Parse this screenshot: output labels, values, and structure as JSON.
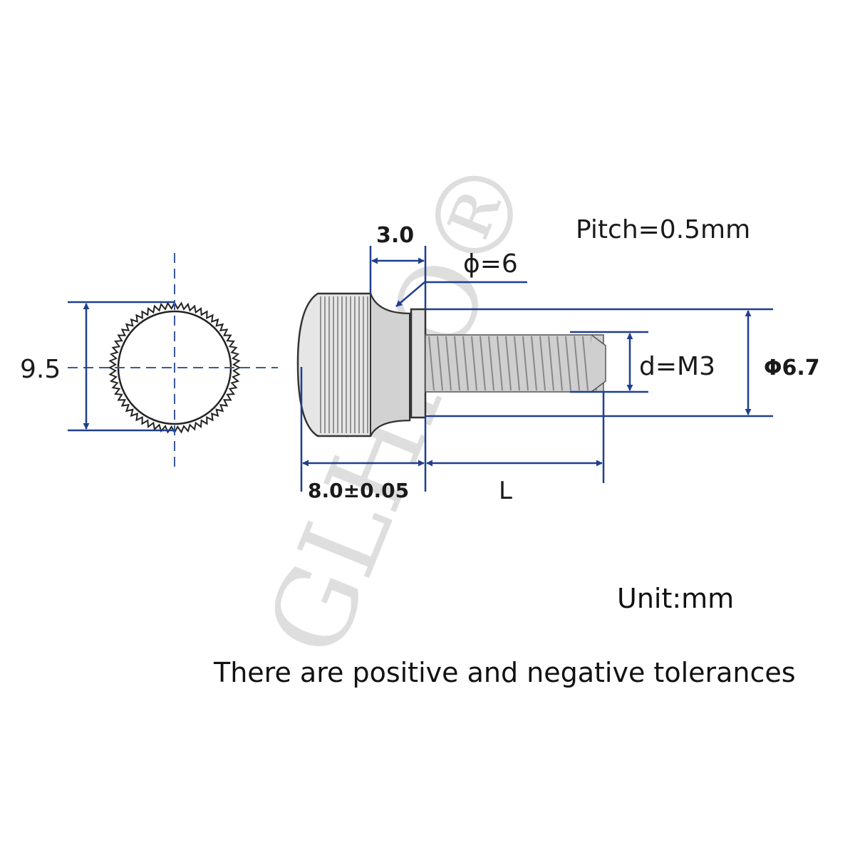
{
  "labels": {
    "pitch": "Pitch=0.5mm",
    "neck_width": "3.0",
    "neck_diameter": "ϕ=6",
    "head_diameter_side": "9.5",
    "thread": "d=M3",
    "shoulder_diameter": "Φ6.7",
    "head_length": "8.0±0.05",
    "length": "L"
  },
  "notes": {
    "unit": "Unit:mm",
    "tolerance": "There are positive and negative tolerances"
  },
  "watermark": "GLHKO®",
  "colors": {
    "dimension": "#1f3f8f",
    "outline": "#222222",
    "centerline": "#3a5a9a",
    "watermark": "#d9d9d9"
  }
}
